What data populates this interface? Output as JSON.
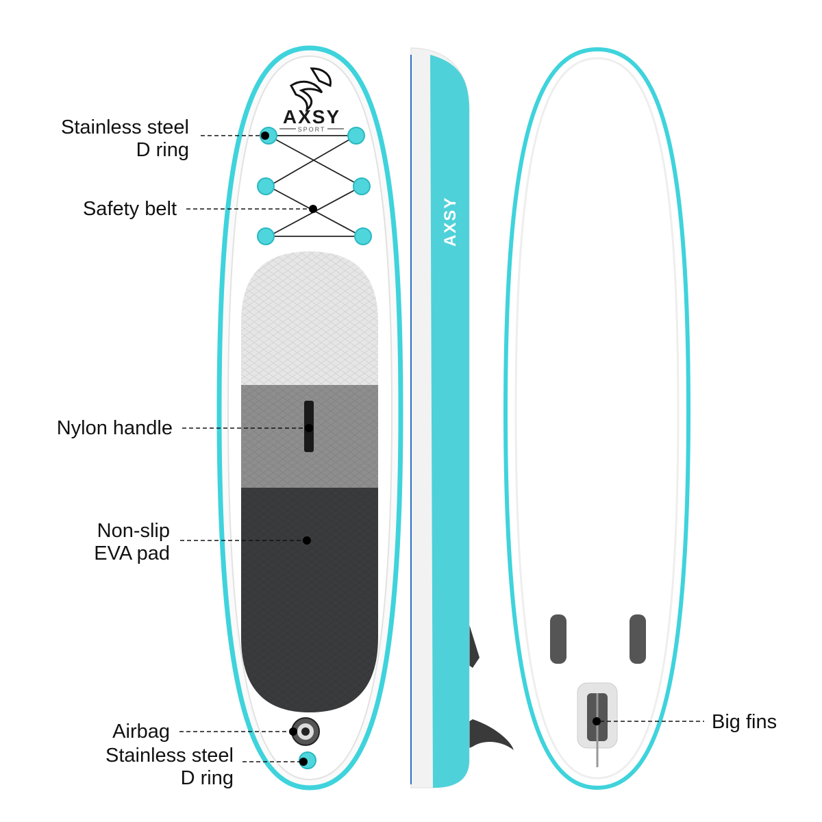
{
  "brand": {
    "name": "AXSY",
    "sub": "SPORT"
  },
  "colors": {
    "teal": "#3fd3dc",
    "deck_light": "#e6e6e6",
    "deck_mid": "#8e8e8e",
    "deck_dark": "#3a3b3d"
  },
  "labels": {
    "d_ring_top_1": "Stainless steel",
    "d_ring_top_2": "D ring",
    "safety_belt": "Safety belt",
    "nylon_handle": "Nylon handle",
    "eva_1": "Non-slip",
    "eva_2": "EVA pad",
    "airbag": "Airbag",
    "d_ring_bottom_1": "Stainless steel",
    "d_ring_bottom_2": "D ring",
    "big_fins": "Big fins"
  }
}
